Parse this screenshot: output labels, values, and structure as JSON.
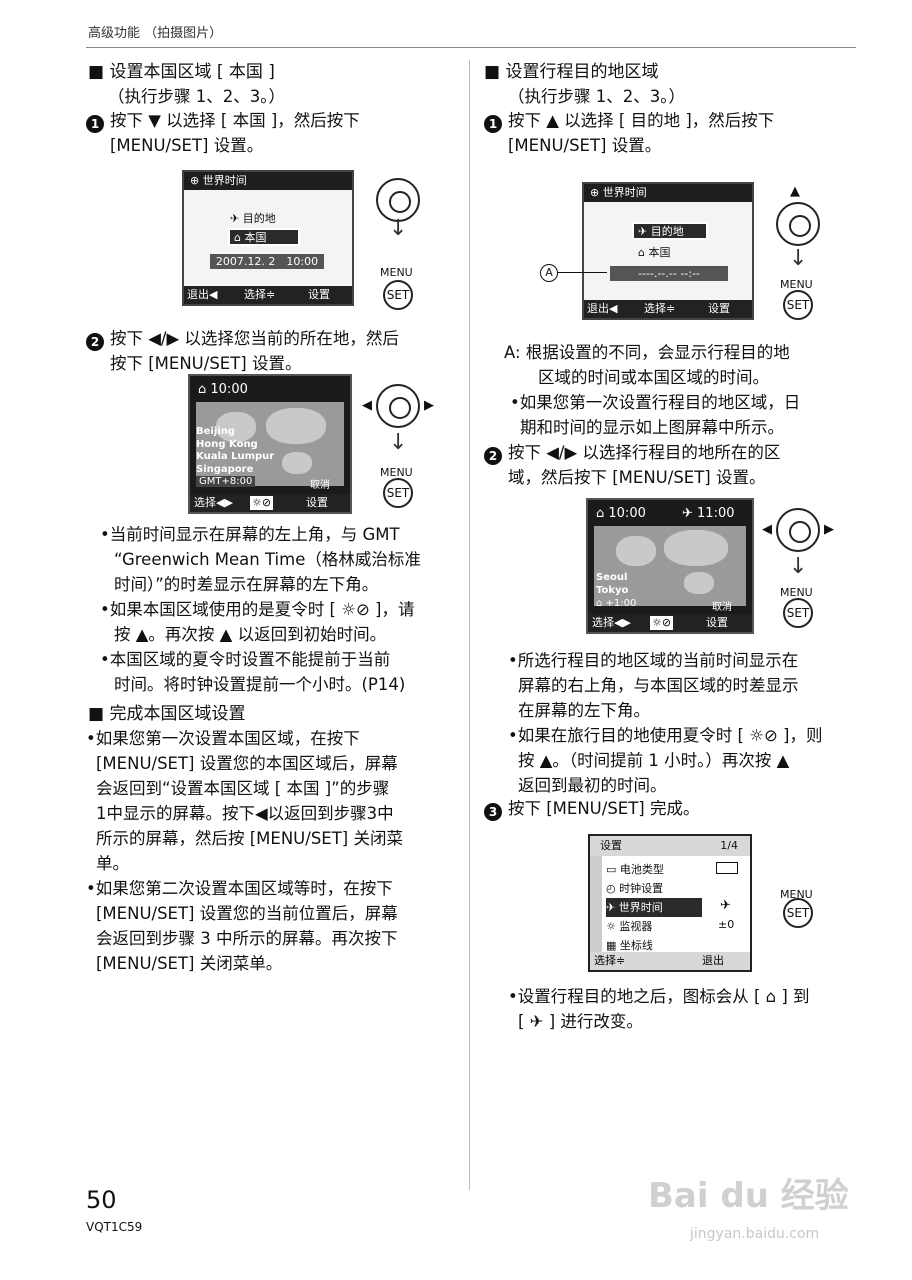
{
  "header": {
    "title": "高级功能 （拍摄图片）"
  },
  "left": {
    "section_title": "■ 设置本国区域 [ 本国 ]",
    "steps_note": "（执行步骤 1、2、3。）",
    "step1": {
      "num": "1",
      "line1": "按下 ▼ 以选择 [ 本国 ]，然后按下",
      "line2": "[MENU/SET] 设置。"
    },
    "screen1": {
      "title": "世界时间",
      "item1": "目的地",
      "item2": "本国",
      "datetime": "2007.12. 2　10:00",
      "exit": "退出◀",
      "select": "选择≑",
      "set": "设置"
    },
    "step2": {
      "num": "2",
      "line1": "按下 ◀/▶ 以选择您当前的所在地，然后",
      "line2": "按下 [MENU/SET] 设置。"
    },
    "screen2": {
      "time": "10:00",
      "cities": [
        "Beijing",
        "Hong Kong",
        "Kuala Lumpur",
        "Singapore"
      ],
      "gmt": "GMT+8:00",
      "cancel": "取消",
      "select": "选择◀▶",
      "set": "设置"
    },
    "bullets": [
      [
        "•当前时间显示在屏幕的左上角，与 GMT",
        "“Greenwich Mean Time（格林威治标准",
        "时间）”的时差显示在屏幕的左下角。"
      ],
      [
        "•如果本国区域使用的是夏令时 [ ☼⊘ ]，请",
        "按 ▲。再次按 ▲ 以返回到初始时间。"
      ],
      [
        "•本国区域的夏令时设置不能提前于当前",
        "时间。将时钟设置提前一个小时。(P14)"
      ]
    ],
    "finish_title": "■ 完成本国区域设置",
    "finish_bullets": [
      [
        "•如果您第一次设置本国区域，在按下",
        "[MENU/SET] 设置您的本国区域后，屏幕",
        "会返回到“设置本国区域 [ 本国 ]”的步骤",
        "1中显示的屏幕。按下◀以返回到步骤3中",
        "所示的屏幕，然后按 [MENU/SET] 关闭菜",
        "单。"
      ],
      [
        "•如果您第二次设置本国区域等时，在按下",
        "[MENU/SET] 设置您的当前位置后，屏幕",
        "会返回到步骤 3 中所示的屏幕。再次按下",
        "[MENU/SET] 关闭菜单。"
      ]
    ]
  },
  "right": {
    "section_title": "■ 设置行程目的地区域",
    "steps_note": "（执行步骤 1、2、3。）",
    "step1": {
      "num": "1",
      "line1": "按下 ▲ 以选择 [ 目的地 ]，然后按下",
      "line2": "[MENU/SET] 设置。"
    },
    "screen1": {
      "title": "世界时间",
      "item1": "目的地",
      "item2": "本国",
      "datetime": "----.--.-- --:--",
      "exit": "退出◀",
      "select": "选择≑",
      "set": "设置",
      "callout": "A"
    },
    "note_a": [
      "A: 根据设置的不同，会显示行程目的地",
      "区域的时间或本国区域的时间。"
    ],
    "bullet_first": [
      "•如果您第一次设置行程目的地区域，日",
      "期和时间的显示如上图屏幕中所示。"
    ],
    "step2": {
      "num": "2",
      "line1": "按下 ◀/▶ 以选择行程目的地所在的区",
      "line2": "域，然后按下 [MENU/SET] 设置。"
    },
    "screen2": {
      "home_time": "10:00",
      "dest_time": "11:00",
      "cities": [
        "Seoul",
        "Tokyo"
      ],
      "diff": "+1:00",
      "cancel": "取消",
      "select": "选择◀▶",
      "set": "设置"
    },
    "bullets": [
      [
        "•所选行程目的地区域的当前时间显示在",
        "屏幕的右上角，与本国区域的时差显示",
        "在屏幕的左下角。"
      ],
      [
        "•如果在旅行目的地使用夏令时 [ ☼⊘ ]，则",
        "按 ▲。（时间提前 1 小时。）再次按 ▲",
        "返回到最初的时间。"
      ]
    ],
    "step3": {
      "num": "3",
      "line1": "按下 [MENU/SET] 完成。"
    },
    "menu": {
      "title": "设置",
      "page": "1/4",
      "items": [
        "电池类型",
        "时钟设置",
        "世界时间",
        "监视器",
        "坐标线"
      ],
      "values": [
        "",
        "",
        "",
        "±0",
        ""
      ],
      "select": "选择≑",
      "exit": "退出"
    },
    "final": [
      "•设置行程目的地之后，图标会从 [ ⌂ ] 到",
      "[ ✈ ] 进行改变。"
    ]
  },
  "menu_label": "MENU",
  "set_label": "SET",
  "footer": {
    "page": "50",
    "code": "VQT1C59"
  },
  "watermark": {
    "brand": "Bai du 经验",
    "url": "jingyan.baidu.com"
  }
}
